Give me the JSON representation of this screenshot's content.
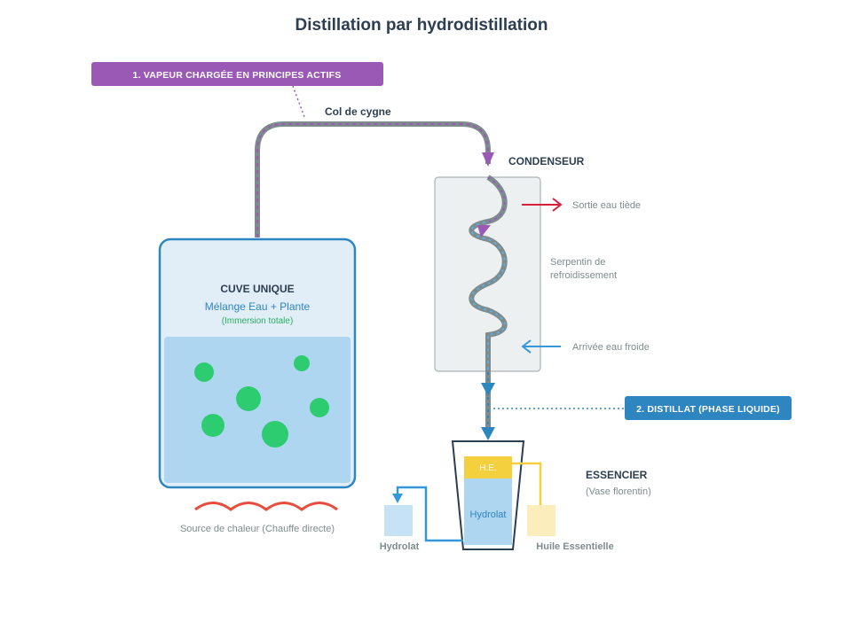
{
  "title": "Distillation par hydrodistillation",
  "steps": {
    "vapor": "1. VAPEUR CHARGÉE EN PRINCIPES ACTIFS",
    "distillate": "2. DISTILLAT (PHASE LIQUIDE)"
  },
  "gooseneck": "Col de cygne",
  "condenser": {
    "title": "CONDENSEUR",
    "outlet": "Sortie eau tiède",
    "coil_line1": "Serpentin de",
    "coil_line2": "refroidissement",
    "inlet": "Arrivée eau froide"
  },
  "tank": {
    "title": "CUVE UNIQUE",
    "mix": "Mélange Eau + Plante",
    "immersion": "(Immersion totale)",
    "heat": "Source de chaleur (Chauffe directe)"
  },
  "essencier": {
    "title": "ESSENCIER",
    "subtitle": "(Vase florentin)",
    "he": "H.E.",
    "hydrolat_inside": "Hydrolat",
    "out_hydrolat": "Hydrolat",
    "out_oil": "Huile Essentielle"
  },
  "colors": {
    "vapor": "#9b59b6",
    "liquid": "#2980b9",
    "tank_stroke": "#2e86c1",
    "water": "#aed6f1",
    "plant": "#2ecc71",
    "heat": "#e74c3c",
    "hot_water": "#d61f3c",
    "cold_water": "#3498db",
    "oil": "#f4d03f"
  },
  "icons": [
    "arrow-down-icon",
    "arrow-right-icon",
    "arrow-left-icon"
  ]
}
